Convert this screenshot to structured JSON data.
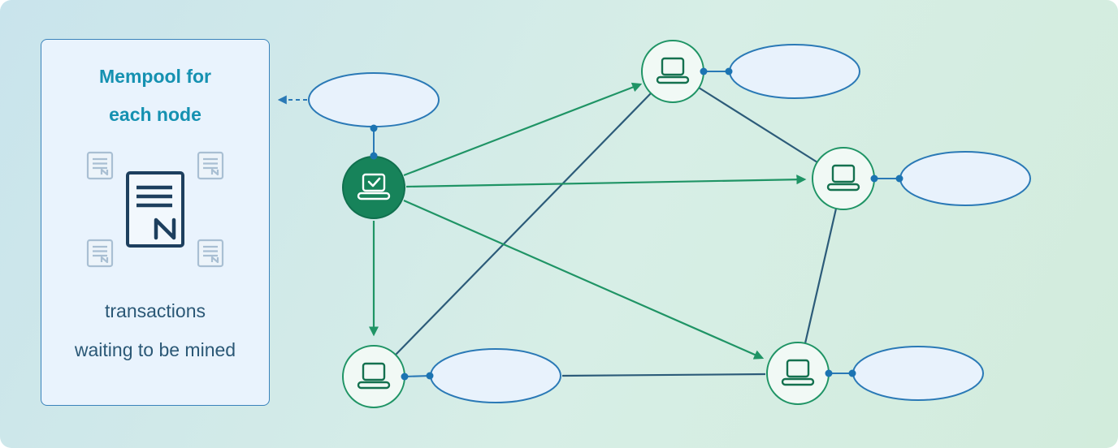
{
  "card": {
    "title": [
      "Mempool for",
      "each node"
    ],
    "caption": [
      "transactions",
      "waiting to be mined"
    ]
  },
  "diagram": {
    "nodes": [
      {
        "id": "mining-node",
        "icon": "laptop-check-icon",
        "style": "filled-green",
        "mempool": "empty-ellipse"
      },
      {
        "id": "peer-node-top-right",
        "icon": "laptop-icon",
        "style": "outlined-green",
        "mempool": "empty-ellipse"
      },
      {
        "id": "peer-node-right",
        "icon": "laptop-icon",
        "style": "outlined-green",
        "mempool": "empty-ellipse"
      },
      {
        "id": "peer-node-bottom-left",
        "icon": "laptop-icon",
        "style": "outlined-green",
        "mempool": "empty-ellipse"
      },
      {
        "id": "peer-node-bottom-right",
        "icon": "laptop-icon",
        "style": "outlined-green",
        "mempool": "empty-ellipse"
      }
    ],
    "edges": [
      {
        "from": "mining-node",
        "to": "peer-node-top-right",
        "type": "green-arrow"
      },
      {
        "from": "mining-node",
        "to": "peer-node-right",
        "type": "green-arrow"
      },
      {
        "from": "mining-node",
        "to": "peer-node-bottom-right",
        "type": "green-arrow"
      },
      {
        "from": "mining-node",
        "to": "peer-node-bottom-left",
        "type": "green-arrow"
      },
      {
        "from": "peer-node-top-right",
        "to": "peer-node-bottom-left",
        "type": "dark-line"
      },
      {
        "from": "peer-node-top-right",
        "to": "peer-node-right",
        "type": "dark-line"
      },
      {
        "from": "peer-node-right",
        "to": "peer-node-bottom-right",
        "type": "dark-line"
      },
      {
        "from": "peer-node-bottom-left-mempool",
        "to": "peer-node-bottom-right",
        "type": "dark-line"
      },
      {
        "from": "mining-node-mempool",
        "to": "mempool-card",
        "type": "dashed-blue-arrow"
      }
    ]
  },
  "colors": {
    "green_node_fill": "#17835a",
    "green_outline": "#1f9465",
    "blue_outline": "#2a79b6",
    "dark_line": "#2c5b79",
    "dot_blue": "#1c74b2",
    "ellipse_fill": "#e8f2fc",
    "card_fill": "#e9f3fd",
    "title_teal": "#1591b1",
    "caption_text": "#2b5876"
  }
}
